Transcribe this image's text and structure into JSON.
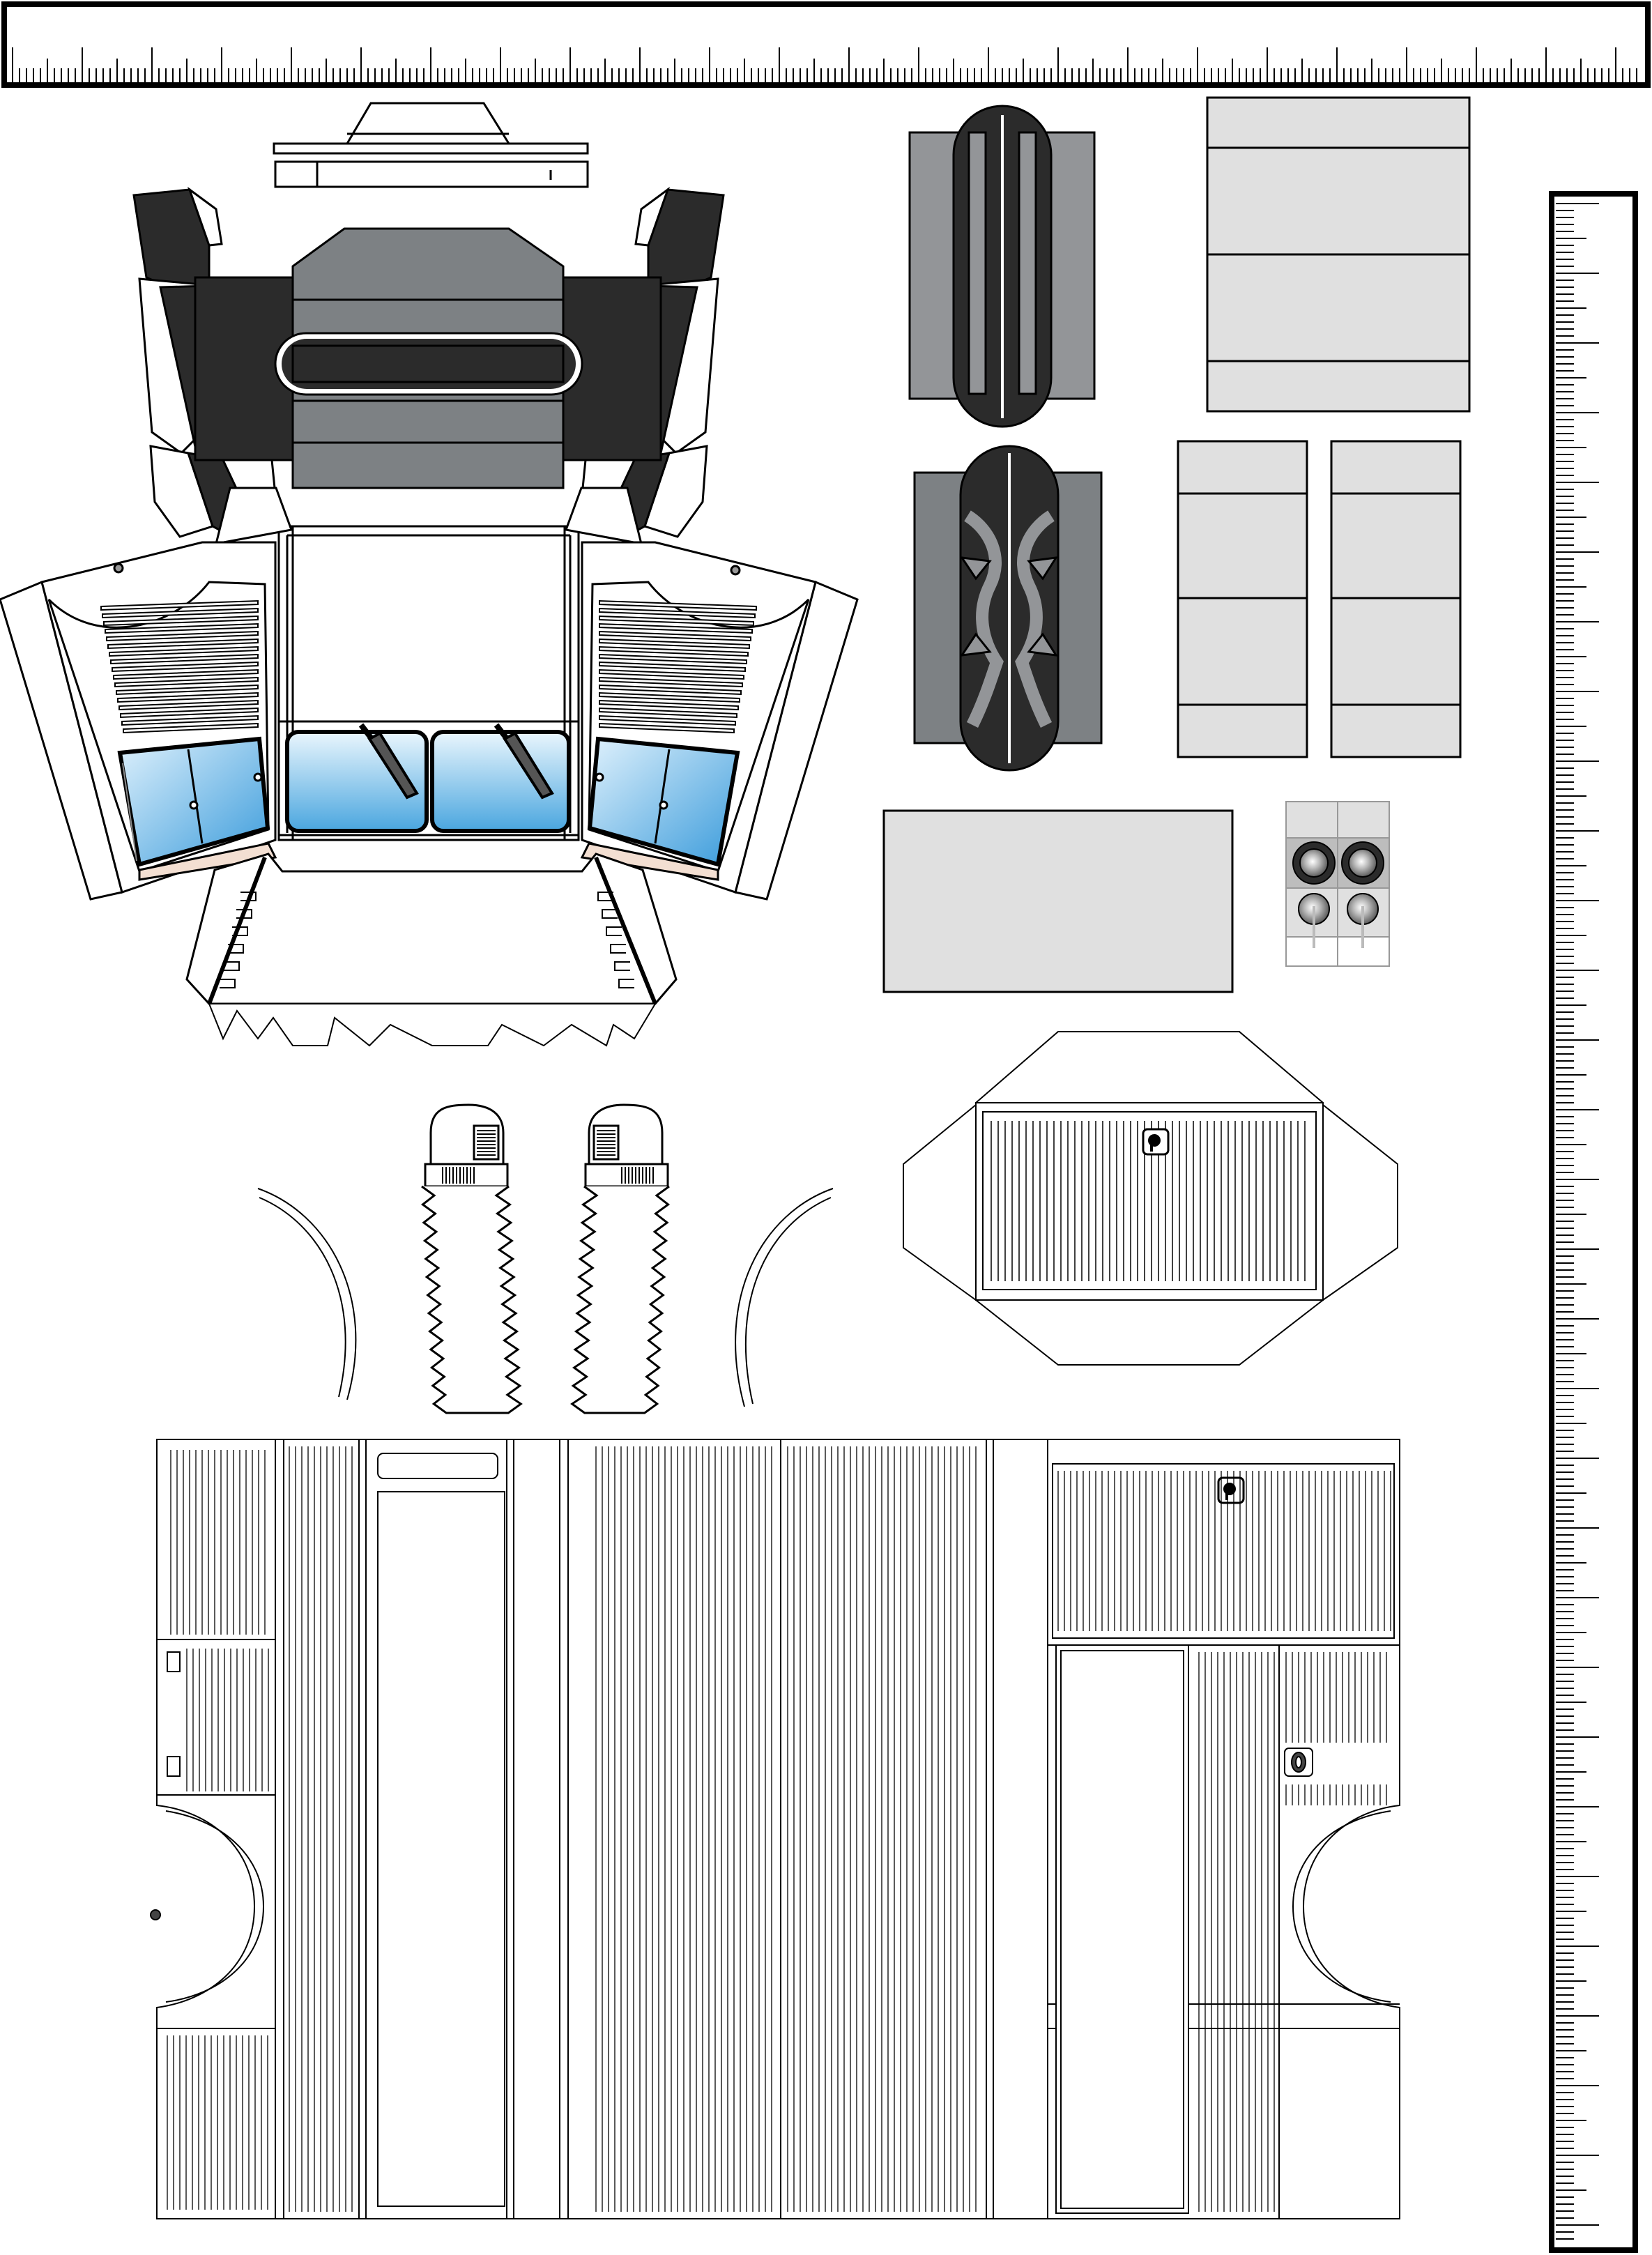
{
  "sheet": {
    "kind": "paper-model-template",
    "labels": []
  },
  "colors": {
    "outline": "#000000",
    "dark_panel": "#2b2b2b",
    "mid_gray": "#7d8184",
    "light_gray": "#e0e0e0",
    "tire_gray": "#939598",
    "window_blue": "#5aaee0",
    "window_light": "#e8f5fd",
    "paper": "#ffffff"
  },
  "parts": [
    {
      "id": "ruler-top",
      "kind": "ruler"
    },
    {
      "id": "ruler-right",
      "kind": "ruler"
    },
    {
      "id": "cab-net",
      "kind": "net"
    },
    {
      "id": "roof-light-bar",
      "kind": "part"
    },
    {
      "id": "wheel-tread-left",
      "kind": "part"
    },
    {
      "id": "wheel-tread-right",
      "kind": "part"
    },
    {
      "id": "gray-panel-large",
      "kind": "part"
    },
    {
      "id": "gray-panel-left",
      "kind": "part"
    },
    {
      "id": "gray-panel-right",
      "kind": "part"
    },
    {
      "id": "plain-card",
      "kind": "part"
    },
    {
      "id": "headlight-tile",
      "kind": "part"
    },
    {
      "id": "box-net",
      "kind": "net"
    },
    {
      "id": "mirror-arm-left",
      "kind": "part"
    },
    {
      "id": "mirror-arm-right",
      "kind": "part"
    },
    {
      "id": "fender-arc-left",
      "kind": "part"
    },
    {
      "id": "fender-arc-right",
      "kind": "part"
    },
    {
      "id": "body-side-panel",
      "kind": "net"
    }
  ]
}
